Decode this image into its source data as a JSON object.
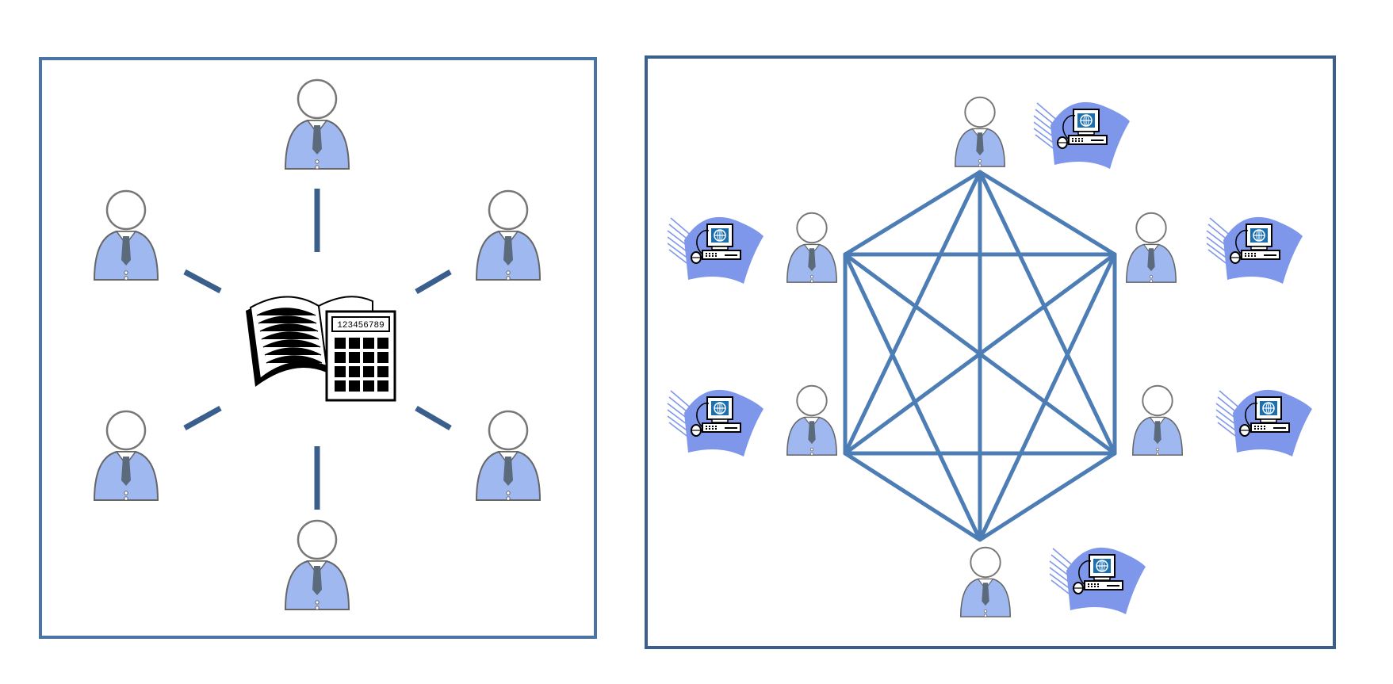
{
  "colors": {
    "frame": "#4a74a8",
    "frame_dark": "#3b5f8c",
    "connector": "#3b5f8c",
    "mesh_line": "#4d7db5",
    "person_head_fill": "#ffffff",
    "person_outline": "#666666",
    "person_shirt": "#9fb8f0",
    "person_tie": "#5c6b7c",
    "computer_wave": "#7f97ea",
    "computer_screen": "#1a6fb0"
  },
  "centralized_panel": {
    "hub_icon": "ledger-and-calculator-icon",
    "hub_calculator_display": "123456789",
    "participant_count": 6
  },
  "distributed_panel": {
    "topology": "fully-connected-hexagon",
    "node_count": 6,
    "participant_icon": "person-icon",
    "computer_icon": "networked-computer-icon"
  }
}
